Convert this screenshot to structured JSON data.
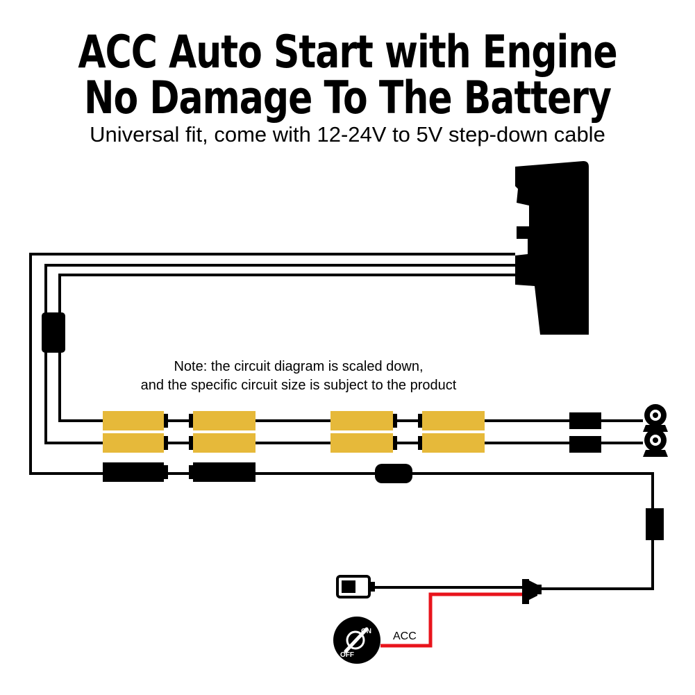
{
  "title_line_1": "ACC Auto Start with Engine",
  "title_line_2": "No Damage To The Battery",
  "subtitle": "Universal fit, come with 12-24V to 5V step-down cable",
  "note_line_1": "Note: the circuit diagram is scaled down,",
  "note_line_2": "and the specific circuit size is subject to the product",
  "acc_label": "ACC",
  "switch_on_label": "ON",
  "switch_off_label": "OFF",
  "colors": {
    "wire": "#000000",
    "acc_wire": "#e8141c",
    "extension_connector": "#e6b93a",
    "background": "#ffffff"
  }
}
